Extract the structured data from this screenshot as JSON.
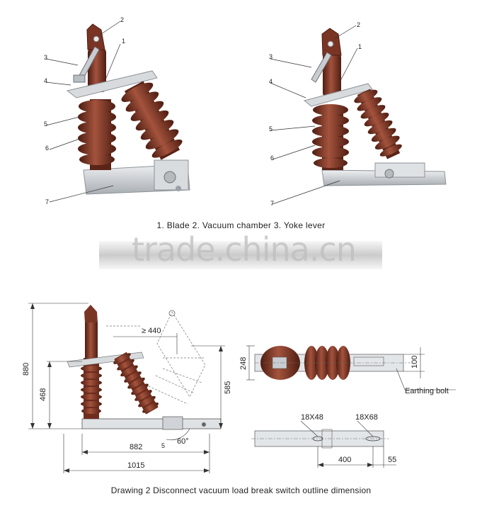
{
  "photo_left_labels": [
    "2",
    "1",
    "3",
    "4",
    "5",
    "6",
    "7"
  ],
  "photo_right_labels": [
    "2",
    "1",
    "3",
    "4",
    "5",
    "6",
    "7"
  ],
  "caption_top": "1. Blade  2. Vacuum chamber  3. Yoke lever",
  "watermark": "trade.china.cn",
  "caption_bottom": "Drawing 2  Disconnect vacuum load break switch outline dimension",
  "dimensions": {
    "d880": "880",
    "d468": "468",
    "d440": "≥ 440",
    "d585": "585",
    "d882": "882",
    "d1015": "1015",
    "angle": "60°",
    "d5": "5",
    "d248": "248",
    "d100": "100",
    "earthing": "Earthing bolt",
    "hole1": "18X48",
    "hole2": "18X68",
    "d400": "400",
    "d55": "55"
  },
  "colors": {
    "porcelain": "#7a3424",
    "porcelain_dark": "#4e1d12",
    "porcelain_light": "#a4533d",
    "steel": "#c9cdd2",
    "line": "#333333"
  }
}
